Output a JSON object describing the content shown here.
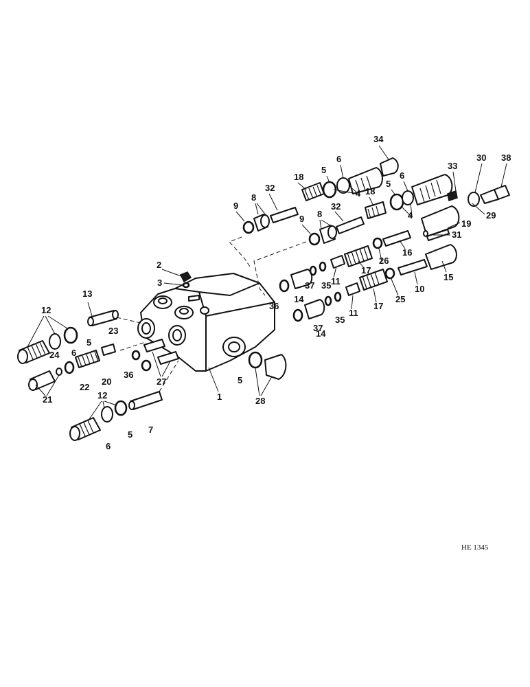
{
  "figure_code": "HE 1345",
  "callouts": [
    "1",
    "2",
    "3",
    "4",
    "4",
    "5",
    "5",
    "5",
    "5",
    "5",
    "6",
    "6",
    "6",
    "6",
    "7",
    "8",
    "8",
    "9",
    "9",
    "10",
    "11",
    "11",
    "12",
    "12",
    "13",
    "14",
    "14",
    "15",
    "16",
    "17",
    "17",
    "18",
    "18",
    "19",
    "20",
    "21",
    "22",
    "23",
    "24",
    "25",
    "26",
    "27",
    "28",
    "29",
    "30",
    "31",
    "32",
    "32",
    "33",
    "34",
    "35",
    "35",
    "36",
    "36",
    "37",
    "37",
    "38"
  ]
}
